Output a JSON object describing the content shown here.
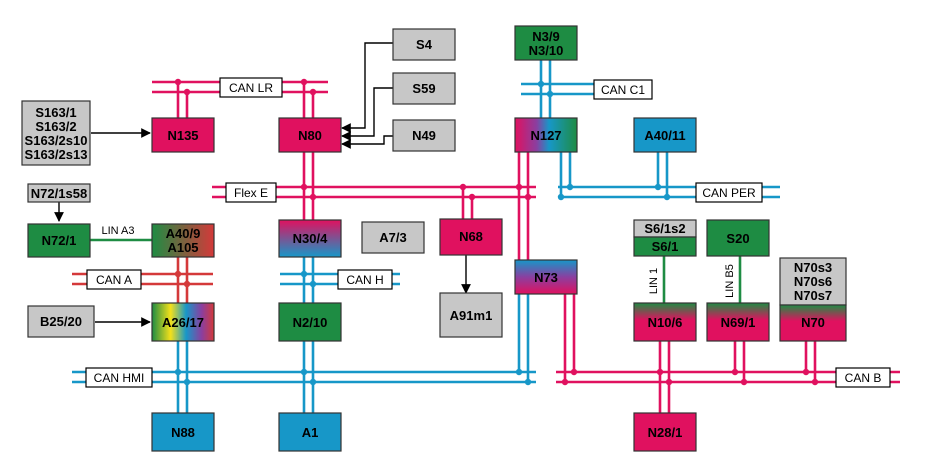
{
  "colors": {
    "magenta": "#e0115f",
    "cyan": "#1797c8",
    "green": "#1e8c43",
    "gray": "#c7c7c7",
    "red": "#d4393a",
    "box_stroke": "#333333"
  },
  "buses": {
    "can_lr": "CAN LR",
    "can_c1": "CAN C1",
    "flex_e": "Flex E",
    "can_per": "CAN PER",
    "lin_a3": "LIN A3",
    "can_a": "CAN A",
    "can_h": "CAN H",
    "can_hmi": "CAN HMI",
    "can_b": "CAN B",
    "lin_1": "LIN 1",
    "lin_b5": "LIN B5"
  },
  "units": {
    "n135": "N135",
    "n80": "N80",
    "s4": "S4",
    "s59": "S59",
    "n49": "N49",
    "s163": [
      "S163/1",
      "S163/2",
      "S163/2s10",
      "S163/2s13"
    ],
    "n3": [
      "N3/9",
      "N3/10"
    ],
    "n127": "N127",
    "a40_11": "A40/11",
    "n72_1s58": "N72/1s58",
    "n72_1": "N72/1",
    "a40_9": [
      "A40/9",
      "A105"
    ],
    "n30_4": "N30/4",
    "a7_3": "A7/3",
    "n68": "N68",
    "n73": "N73",
    "s6_1s2": "S6/1s2",
    "s6_1": "S6/1",
    "s20": "S20",
    "n70_switches": [
      "N70s3",
      "N70s6",
      "N70s7"
    ],
    "a26_17": "A26/17",
    "b25_20": "B25/20",
    "n2_10": "N2/10",
    "a91m1": "A91m1",
    "n10_6": "N10/6",
    "n69_1": "N69/1",
    "n70": "N70",
    "n88": "N88",
    "a1": "A1",
    "n28_1": "N28/1"
  }
}
